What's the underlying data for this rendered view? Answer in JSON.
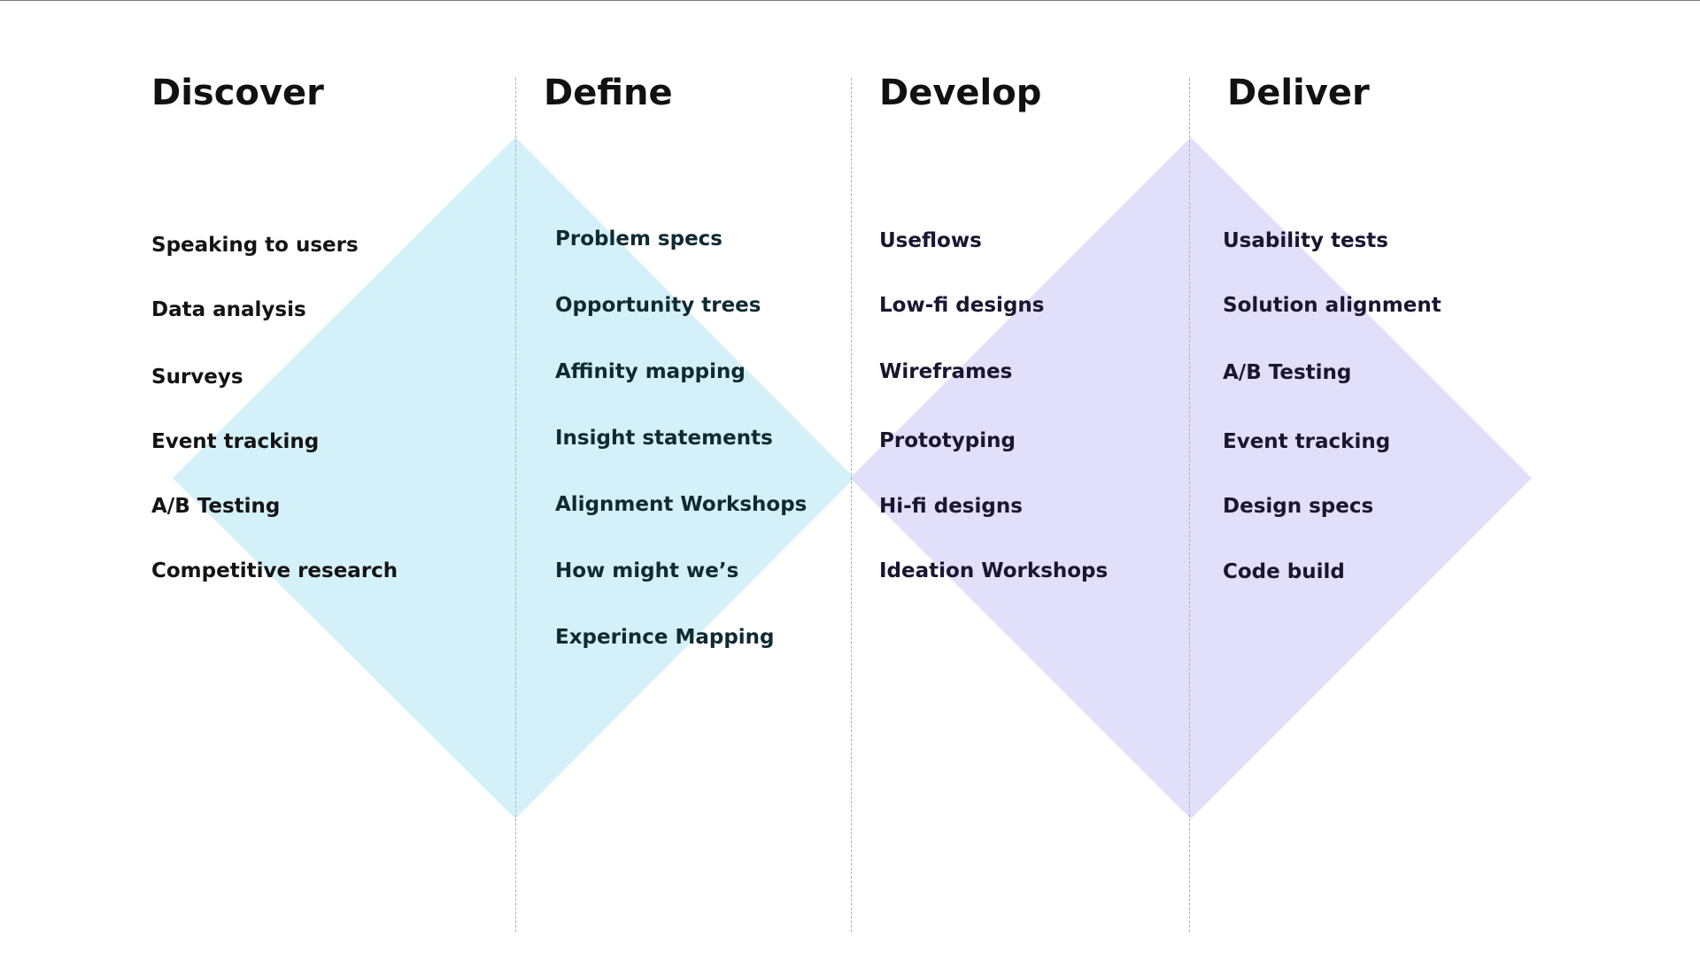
{
  "colors": {
    "discover_define_diamond": "#d4f1f9",
    "develop_deliver_diamond": "#e1dffa",
    "text": "#111111",
    "divider": "#b0b0b0"
  },
  "phases": [
    {
      "title": "Discover",
      "items": [
        "Speaking to users",
        "Data analysis",
        "Surveys",
        "Event tracking",
        "A/B Testing",
        "Competitive research"
      ]
    },
    {
      "title": "Define",
      "items": [
        "Problem specs",
        "Opportunity trees",
        "Affinity mapping",
        "Insight statements",
        "Alignment Workshops",
        "How might we’s",
        "Experince Mapping"
      ]
    },
    {
      "title": "Develop",
      "items": [
        "Useflows",
        "Low-fi designs",
        "Wireframes",
        "Prototyping",
        "Hi-fi designs",
        "Ideation Workshops"
      ]
    },
    {
      "title": "Deliver",
      "items": [
        "Usability tests",
        "Solution alignment",
        "A/B Testing",
        "Event tracking",
        "Design specs",
        "Code  build"
      ]
    }
  ]
}
